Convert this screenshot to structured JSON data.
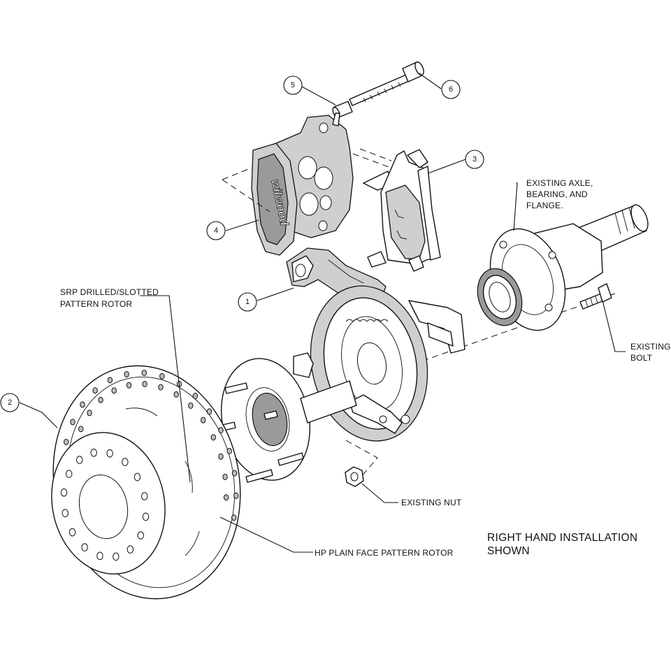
{
  "callouts": {
    "c1": "1",
    "c2": "2",
    "c3": "3",
    "c4": "4",
    "c5": "5",
    "c6": "6"
  },
  "labels": {
    "srp_line1": "SRP DRILLED/SLOTTED",
    "srp_line2": "PATTERN ROTOR",
    "axle_line1": "EXISTING AXLE,",
    "axle_line2": "BEARING, AND",
    "axle_line3": "FLANGE.",
    "bolt_line1": "EXISTING",
    "bolt_line2": "BOLT",
    "nut": "EXISTING NUT",
    "hp_rotor": "HP PLAIN FACE PATTERN ROTOR",
    "caliper_brand": "wilwood"
  },
  "note": {
    "line1": "RIGHT HAND INSTALLATION",
    "line2": "SHOWN"
  },
  "colors": {
    "line": "#111111",
    "fill_light": "#cfcfcf",
    "fill_dark": "#9a9a9a",
    "background": "#ffffff"
  }
}
